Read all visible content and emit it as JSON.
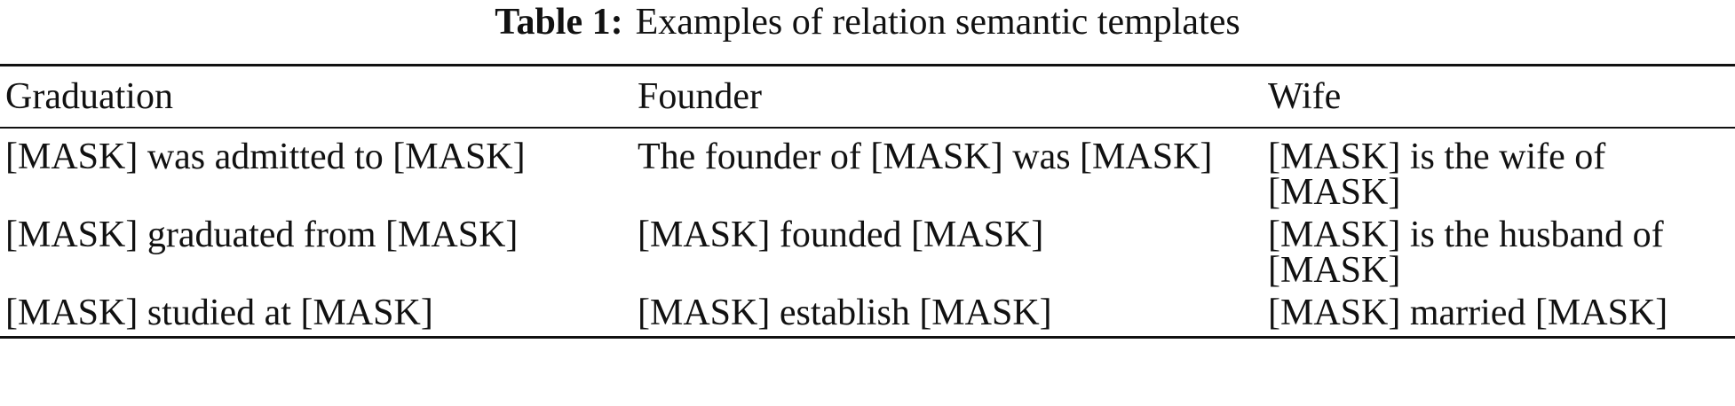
{
  "caption": {
    "label": "Table 1:",
    "text": "Examples of relation semantic templates"
  },
  "table": {
    "headers": [
      "Graduation",
      "Founder",
      "Wife"
    ],
    "rows": [
      [
        "[MASK] was admitted to [MASK]",
        "The founder of [MASK] was [MASK]",
        "[MASK] is the wife of [MASK]"
      ],
      [
        "[MASK] graduated from [MASK]",
        "[MASK] founded [MASK]",
        "[MASK] is the husband of [MASK]"
      ],
      [
        "[MASK] studied at [MASK]",
        "[MASK] establish [MASK]",
        "[MASK] married [MASK]"
      ]
    ]
  }
}
